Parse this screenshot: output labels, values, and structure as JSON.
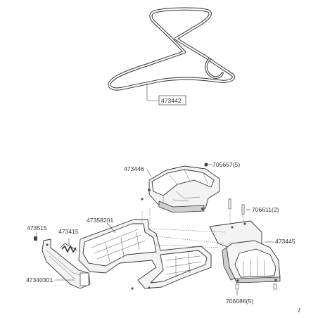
{
  "labels": {
    "belt": "473442",
    "upper_cover": "473446",
    "upper_cover_screws": "705657(5)",
    "pins": "706611(2)",
    "side_cover": "473445",
    "side_cover_screws": "706086(5)",
    "deck_shield": "47358201",
    "small_part": "473515",
    "spring": "473415",
    "bracket": "47340301"
  },
  "corner_mark": "ℓ"
}
